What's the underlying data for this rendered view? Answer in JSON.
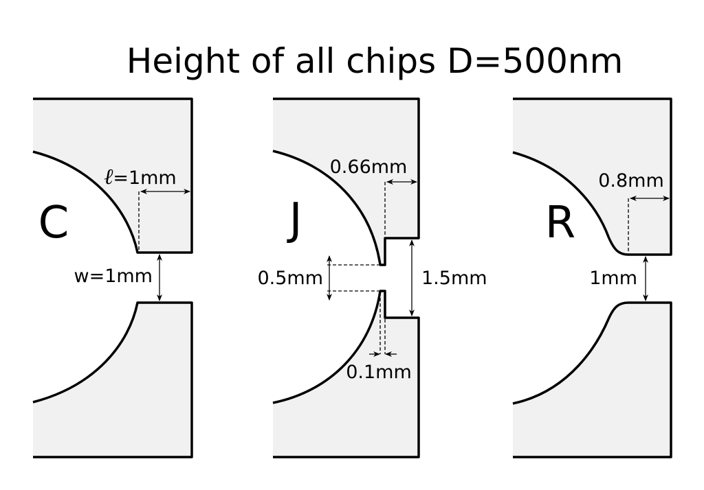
{
  "title": "Height of all chips D=500nm",
  "chips": [
    {
      "letter": "C",
      "length_symbol": "ℓ",
      "length_label": "=1mm",
      "width_label": "w=1mm"
    },
    {
      "letter": "J",
      "length_label": "0.66mm",
      "neck_label": "0.5mm",
      "wide_label": "1.5mm",
      "step_label": "0.1mm"
    },
    {
      "letter": "R",
      "length_label": "0.8mm",
      "width_label": "1mm"
    }
  ],
  "colors": {
    "chip_fill": "#f1f1f1",
    "stroke": "#000000"
  }
}
